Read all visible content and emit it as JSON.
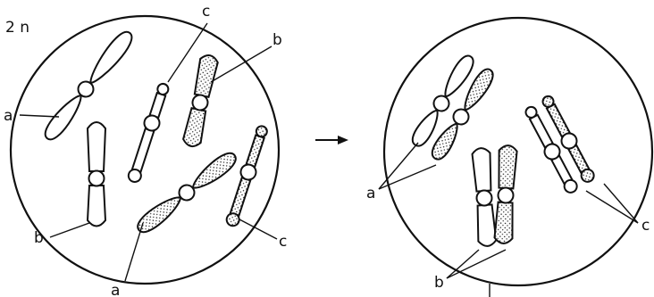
{
  "ploidy_label": "2 n",
  "labels": {
    "a": "a",
    "b": "b",
    "c": "c"
  },
  "colors": {
    "ink": "#111111",
    "background": "#ffffff"
  }
}
